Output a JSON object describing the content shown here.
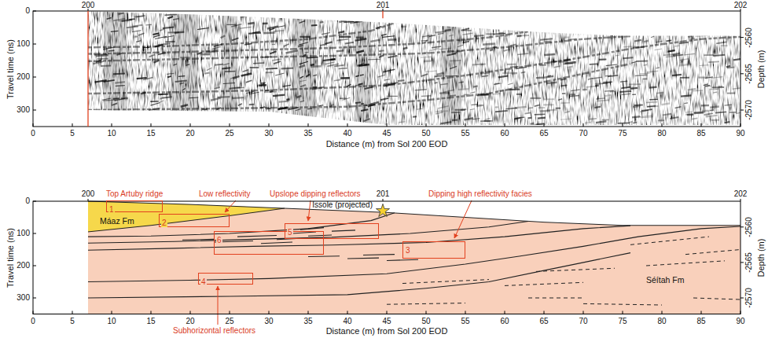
{
  "diagram": {
    "nodes": [
      {
        "text": [
          "1"
        ]
      },
      {
        "text": [
          "2"
        ]
      },
      {
        "text": [
          "6"
        ]
      },
      {
        "text": [
          "5"
        ]
      },
      {
        "text": [
          "3"
        ]
      },
      {
        "text": [
          "4"
        ]
      }
    ],
    "labels": [
      "200",
      "201",
      "202",
      "0",
      "100",
      "200",
      "300",
      "Travel time (ns)",
      "-2560",
      "-2565",
      "-2570",
      "Depth (m)",
      "0",
      "5",
      "10",
      "15",
      "20",
      "25",
      "30",
      "35",
      "40",
      "45",
      "50",
      "55",
      "60",
      "65",
      "70",
      "75",
      "80",
      "85",
      "90",
      "Distance (m) from Sol 200 EOD",
      "200",
      "201",
      "202",
      "0",
      "100",
      "200",
      "300",
      "Travel time (ns)",
      "-2560",
      "-2565",
      "-2570",
      "Depth (m)",
      "0",
      "5",
      "10",
      "15",
      "20",
      "25",
      "30",
      "35",
      "40",
      "45",
      "50",
      "55",
      "60",
      "65",
      "70",
      "75",
      "80",
      "85",
      "90",
      "Distance (m) from Sol 200 EOD",
      "Top Artuby ridge",
      "Low reflectivity",
      "Upslope dipping reflectors",
      "Máaz Fm",
      "Issole (projected)",
      "Dipping high reflectivity facies",
      "Séítah Fm",
      "Subhorizontal reflectors"
    ]
  }
}
